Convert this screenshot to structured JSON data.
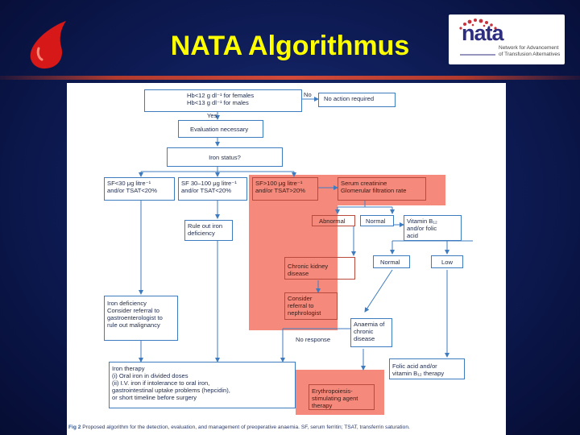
{
  "slide": {
    "title": "NATA Algorithmus"
  },
  "logo": {
    "word": "nata",
    "subtitle": "Network for Advancement of Transfusion Alternatives"
  },
  "colors": {
    "title": "#ffff00",
    "background": "#0d1a52",
    "highlight": "#f47a6a",
    "box_border": "#3f7cbf"
  },
  "flowchart": {
    "hb": "Hb<12 g dl⁻¹ for females\nHb<13 g dl⁻¹ for males",
    "no_label": "No",
    "no_action": "No action required",
    "yes_label": "Yes",
    "evaluation": "Evaluation necessary",
    "iron_status": "Iron status?",
    "sf_low": "SF<30 μg litre⁻¹\nand/or TSAT<20%",
    "sf_mid": "SF 30–100 μg litre⁻¹\nand/or TSAT<20%",
    "sf_high": "SF>100 μg litre⁻¹\nand/or TSAT>20%",
    "creatinine": "Serum creatinine\nGlomerular filtration rate",
    "abnormal": "Abnormal",
    "normal_1": "Normal",
    "vitamin": "Vitamin B₁₂\nand/or folic\nacid",
    "rule_out": "Rule out iron\ndeficiency",
    "ckd": "Chronic kidney\ndisease",
    "normal_2": "Normal",
    "low": "Low",
    "nephrologist": "Consider\nreferral to\nnephrologist",
    "iron_deficiency": "Iron deficiency\nConsider referral to\ngastroenterologist to\nrule out malignancy",
    "anaemia_chronic": "Anaemia of\nchronic\ndisease",
    "no_response": "No response",
    "iron_therapy": "Iron therapy\n(i) Oral iron in divided doses\n(ii) I.V. iron if intolerance to oral iron,\ngastrointestinal uptake problems (hepcidin),\nor short timeline before surgery",
    "folic": "Folic acid and/or\nvitamin B₁₂ therapy",
    "esa": "Erythropoiesis-\nstimulating agent\ntherapy"
  },
  "caption": {
    "label": "Fig 2",
    "text": "Proposed algorithm for the detection, evaluation, and management of preoperative anaemia. SF, serum ferritin; TSAT, transferrin saturation."
  }
}
